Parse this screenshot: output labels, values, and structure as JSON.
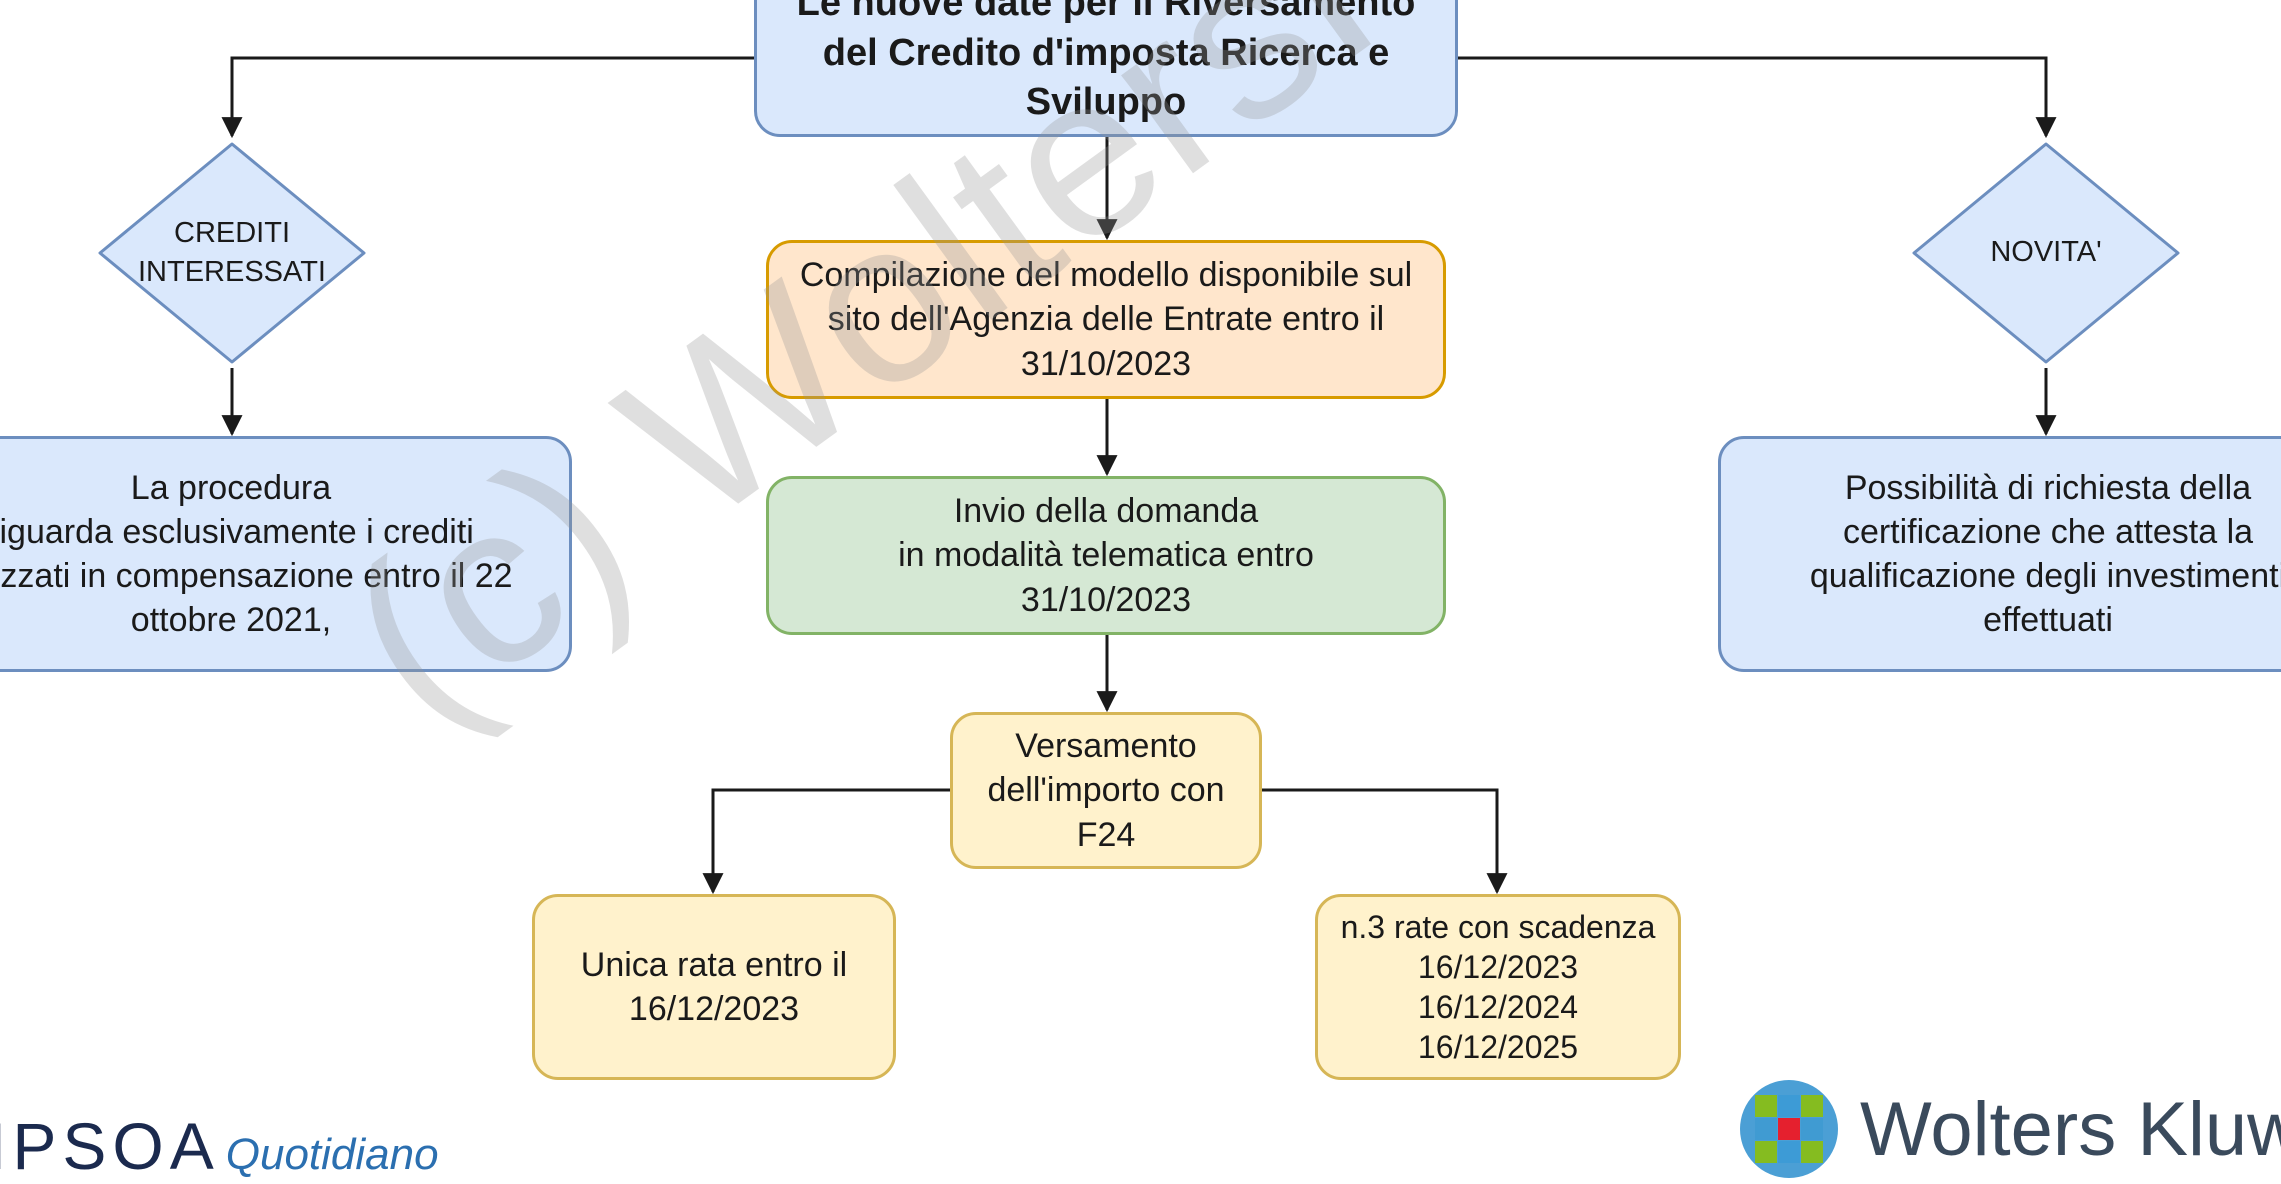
{
  "diagram": {
    "title": "Le nuove date per il Riversamento\ndel Credito d'imposta Ricerca e\nSviluppo",
    "steps": {
      "compilazione": "Compilazione del modello disponibile sul\nsito dell'Agenzia delle Entrate entro il\n31/10/2023",
      "invio": "Invio della domanda\nin modalità telematica entro\n31/10/2023",
      "versamento": "Versamento\ndell'importo con\nF24",
      "unica_rata": "Unica rata entro il\n16/12/2023",
      "tre_rate": "n.3 rate con scadenza\n16/12/2023\n16/12/2024\n16/12/2025"
    },
    "left_branch": {
      "decision": "CREDITI\nINTERESSATI",
      "detail": "La procedura\nriguarda esclusivamente i crediti\nutilizzati in compensazione entro il 22\nottobre 2021,"
    },
    "right_branch": {
      "decision": "NOVITA'",
      "detail": "Possibilità di richiesta della\ncertificazione che attesta la\nqualificazione degli investimenti\neffettuati"
    }
  },
  "colors": {
    "blue_fill": "#dae8fc",
    "blue_stroke": "#6c8ebf",
    "orange_fill": "#ffe6cc",
    "orange_stroke": "#d79b00",
    "green_fill": "#d5e8d4",
    "green_stroke": "#82b366",
    "yellow_fill": "#fff2cc",
    "yellow_stroke": "#d6b656",
    "connector": "#1a1a1a"
  },
  "watermark": "(c) WoltersKluwer",
  "logos": {
    "left_brand": "IPSOA",
    "left_product": "Quotidiano",
    "right_brand": "Wolters Kluwer"
  }
}
